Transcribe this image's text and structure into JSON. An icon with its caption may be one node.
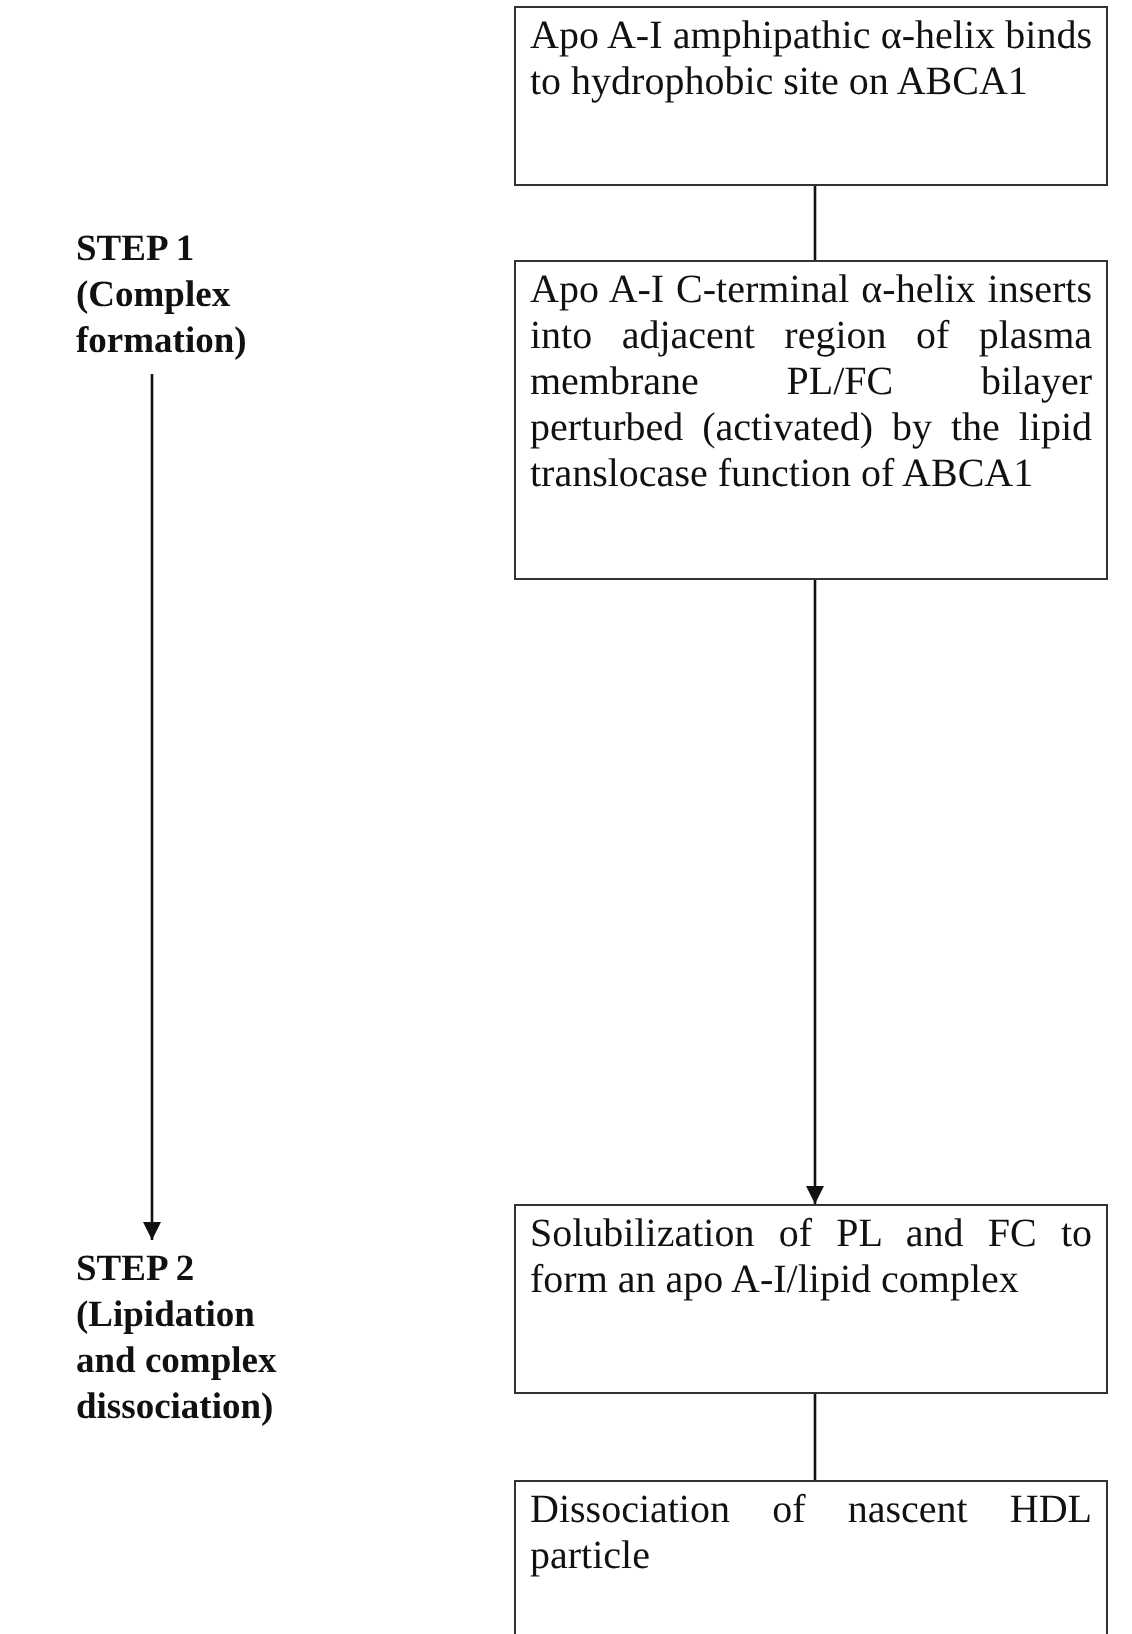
{
  "diagram": {
    "nodes": [
      {
        "text": [
          "Apo A-I amphipathic α-helix binds to hydrophobic site on ABCA1"
        ]
      },
      {
        "text": [
          "STEP 1 (Complex formation)"
        ]
      },
      {
        "text": [
          "Apo A-I C-terminal α-helix inserts into adjacent region of plasma membrane PL/FC bilayer perturbed (activated) by the lipid translocase function of ABCA1"
        ]
      },
      {
        "text": [
          "Solubilization of PL and FC to form an apo A-I/lipid complex"
        ]
      },
      {
        "text": [
          "STEP 2 (Lipidation and complex dissociation)"
        ]
      },
      {
        "text": [
          "Dissociation of nascent HDL particle"
        ]
      }
    ],
    "edges": [
      {
        "from": 0,
        "to": 2,
        "arrow": "none"
      },
      {
        "from": 2,
        "to": 3,
        "arrow": "to"
      },
      {
        "from": 3,
        "to": 5,
        "arrow": "none"
      },
      {
        "from": 1,
        "to": 4,
        "arrow": "to"
      }
    ]
  }
}
